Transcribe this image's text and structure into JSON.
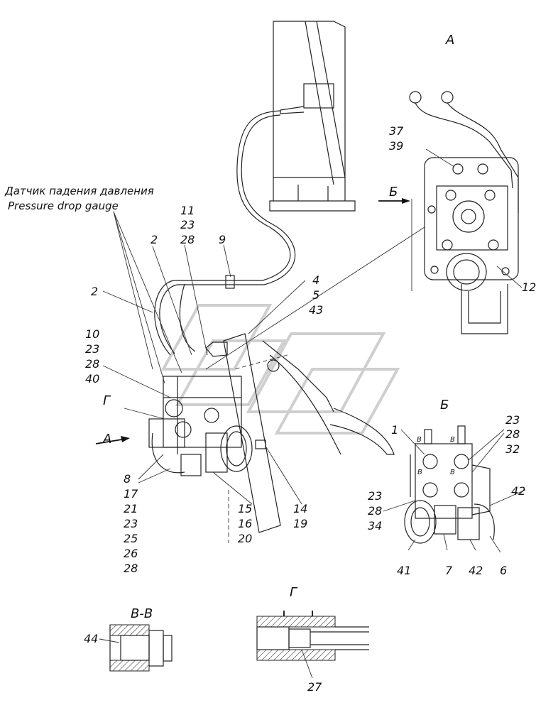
{
  "captions": {
    "gauge_ru": "Датчик падения давления",
    "gauge_en": "Pressure drop gauge"
  },
  "views": {
    "view_a": "А",
    "view_b": "Б",
    "view_g": "Г",
    "section_vv": "В-В",
    "view_g_detail": "Г",
    "arrow_a": "А",
    "arrow_b": "Б",
    "cut_v": "В"
  },
  "callouts": {
    "n2_left": "2",
    "n2_top": "2",
    "n11": "11",
    "n23_a": "23",
    "n28_a": "28",
    "n9": "9",
    "n4": "4",
    "n5": "5",
    "n43": "43",
    "n10": "10",
    "n23_b": "23",
    "n28_b": "28",
    "n40": "40",
    "n8": "8",
    "n17": "17",
    "n21": "21",
    "n23_c": "23",
    "n25": "25",
    "n26": "26",
    "n28_c": "28",
    "n15": "15",
    "n16": "16",
    "n20": "20",
    "n14": "14",
    "n19": "19",
    "n37": "37",
    "n39": "39",
    "n12": "12",
    "n1": "1",
    "n23_d": "23",
    "n28_d": "28",
    "n32": "32",
    "n42_a": "42",
    "n23_e": "23",
    "n28_e": "28",
    "n34": "34",
    "n41": "41",
    "n7": "7",
    "n42_b": "42",
    "n6": "6",
    "n44": "44",
    "n27": "27"
  }
}
